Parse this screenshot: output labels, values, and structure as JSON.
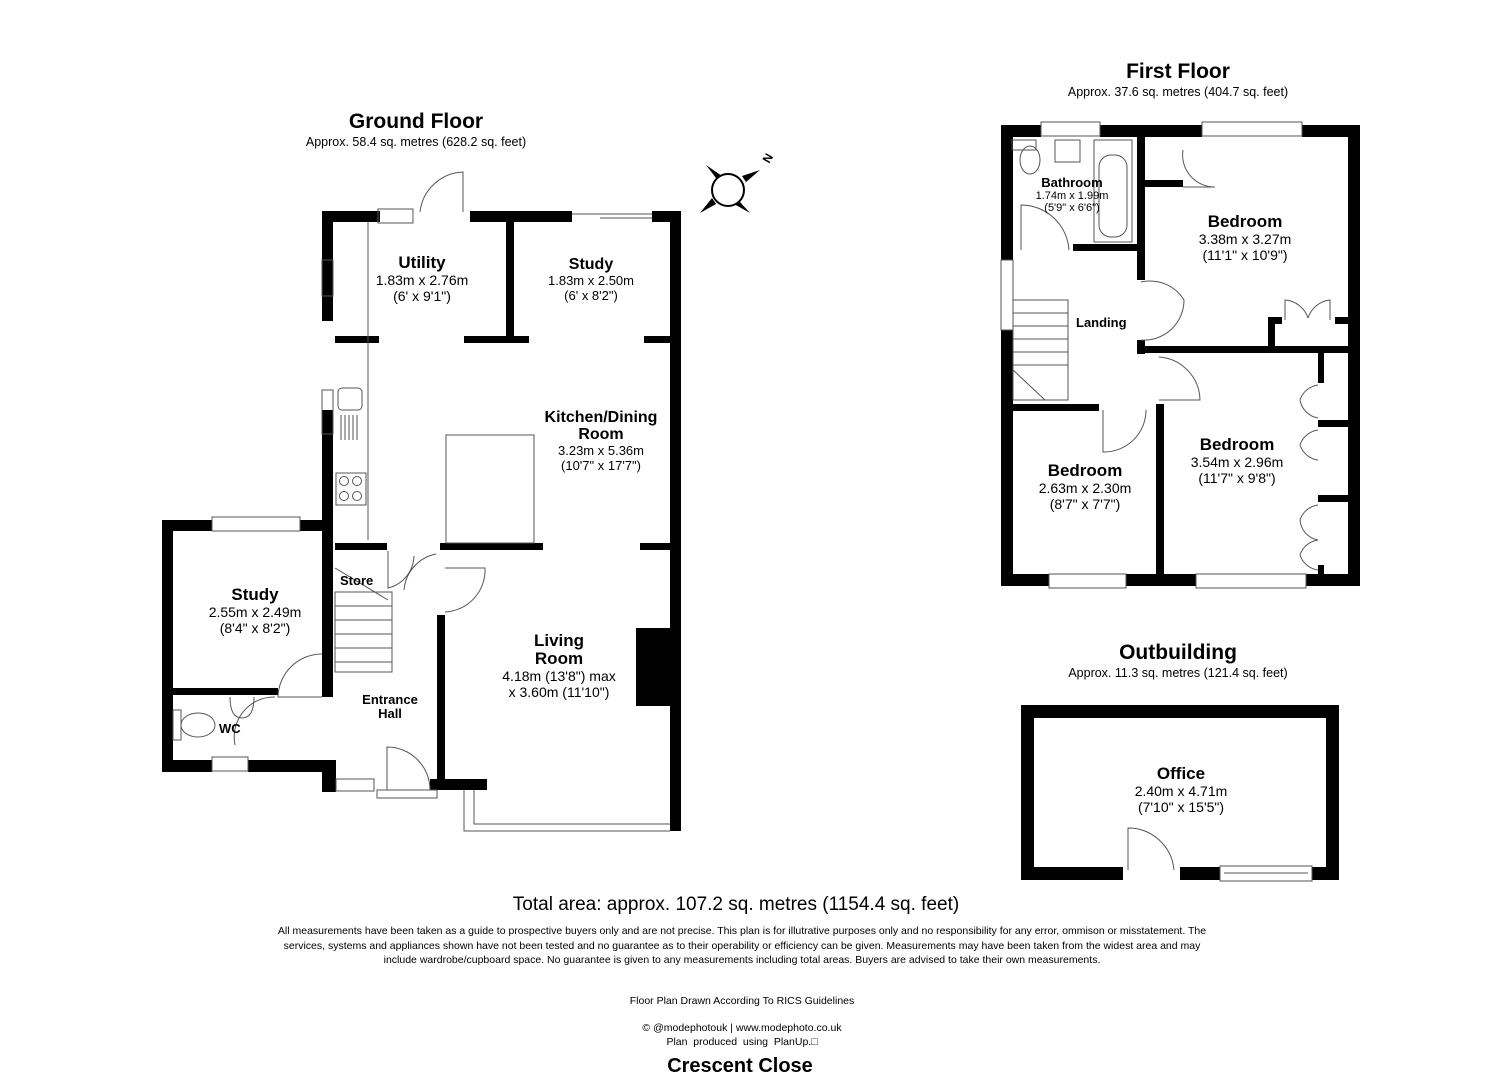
{
  "ground_floor": {
    "title": "Ground Floor",
    "area": "Approx. 58.4 sq. metres (628.2 sq. feet)",
    "rooms": {
      "utility": {
        "name": "Utility",
        "metric": "1.83m x 2.76m",
        "imperial": "(6' x 9'1\")"
      },
      "study_upper": {
        "name": "Study",
        "metric": "1.83m x 2.50m",
        "imperial": "(6' x 8'2\")"
      },
      "kitchen": {
        "name_line1": "Kitchen/Dining",
        "name_line2": "Room",
        "metric": "3.23m x 5.36m",
        "imperial": "(10'7\" x 17'7\")"
      },
      "study_lower": {
        "name": "Study",
        "metric": "2.55m x 2.49m",
        "imperial": "(8'4\" x 8'2\")"
      },
      "store": {
        "name": "Store"
      },
      "wc": {
        "name": "WC"
      },
      "entrance_hall": {
        "name_line1": "Entrance",
        "name_line2": "Hall"
      },
      "living_room": {
        "name_line1": "Living",
        "name_line2": "Room",
        "dim_line1": "4.18m (13'8\") max",
        "dim_line2": "x 3.60m (11'10\")"
      }
    }
  },
  "compass": {
    "label": "N"
  },
  "first_floor": {
    "title": "First Floor",
    "area": "Approx. 37.6 sq. metres (404.7 sq. feet)",
    "rooms": {
      "bathroom": {
        "name": "Bathroom",
        "metric": "1.74m x 1.99m",
        "imperial": "(5'9\" x 6'6\")"
      },
      "bedroom_1": {
        "name": "Bedroom",
        "metric": "3.38m x 3.27m",
        "imperial": "(11'1\" x 10'9\")"
      },
      "landing": {
        "name": "Landing"
      },
      "bedroom_2": {
        "name": "Bedroom",
        "metric": "2.63m x 2.30m",
        "imperial": "(8'7\" x 7'7\")"
      },
      "bedroom_3": {
        "name": "Bedroom",
        "metric": "3.54m x 2.96m",
        "imperial": "(11'7\" x 9'8\")"
      }
    }
  },
  "outbuilding": {
    "title": "Outbuilding",
    "area": "Approx. 11.3 sq. metres (121.4 sq. feet)",
    "rooms": {
      "office": {
        "name": "Office",
        "metric": "2.40m x 4.71m",
        "imperial": "(7'10\" x 15'5\")"
      }
    }
  },
  "footer": {
    "total_area": "Total area: approx. 107.2 sq. metres (1154.4 sq. feet)",
    "disclaimer": "All measurements have been taken as a guide to prospective buyers only and are not precise. This plan is for illutrative purposes only and no responsibility for any error, ommison or misstatement. The services, systems and appliances shown have not been tested and no guarantee as to their operability or efficiency can be given. Measurements may have been taken from the widest area and may include wardrobe/cupboard space. No guarantee is given to any measurements including total areas. Buyers are advised to take their own measurements.",
    "rics_note": "Floor Plan Drawn According To RICS Guidelines",
    "copyright": "© @modephotouk | www.modephoto.co.uk",
    "produced_by": "Plan  produced  using  PlanUp.□",
    "address": "Crescent Close"
  }
}
